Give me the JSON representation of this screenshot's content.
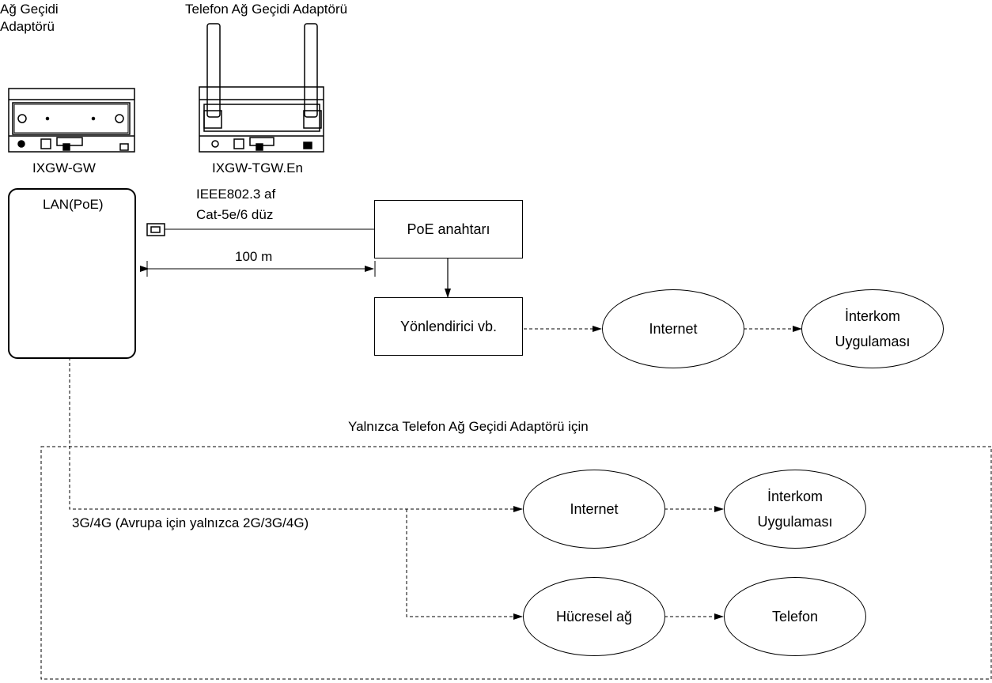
{
  "devices": {
    "gw_title_line1": "Ağ Geçidi",
    "gw_title_line2": "Adaptörü",
    "gw_model": "IXGW-GW",
    "tgw_title": "Telefon Ağ Geçidi Adaptörü",
    "tgw_model": "IXGW-TGW.En",
    "port_label": "LAN(PoE)"
  },
  "cable": {
    "standard": "IEEE802.3 af",
    "type": "Cat-5e/6 düz",
    "distance": "100 m"
  },
  "nodes": {
    "poe_switch": "PoE anahtarı",
    "router": "Yönlendirici vb.",
    "internet_1": "Internet",
    "app_1_line1": "İnterkom",
    "app_1_line2": "Uygulaması",
    "internet_2": "Internet",
    "app_2_line1": "İnterkom",
    "app_2_line2": "Uygulaması",
    "cellular": "Hücresel ağ",
    "phone": "Telefon"
  },
  "tgw_section": {
    "title": "Yalnızca Telefon Ağ Geçidi Adaptörü için",
    "bands": "3G/4G (Avrupa için yalnızca 2G/3G/4G)"
  }
}
